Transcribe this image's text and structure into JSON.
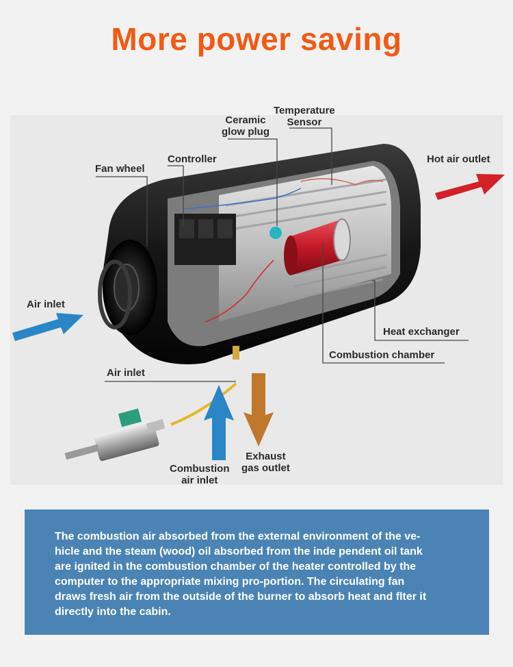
{
  "title": "More power saving",
  "labels": {
    "fan_wheel": "Fan wheel",
    "controller": "Controller",
    "ceramic_glow_plug": [
      "Ceramic",
      "glow plug"
    ],
    "temperature_sensor": [
      "Temperature",
      "Sensor"
    ],
    "hot_air_outlet": "Hot air outlet",
    "air_inlet_left": "Air inlet",
    "heat_exchanger": "Heat exchanger",
    "combustion_chamber": "Combustion chamber",
    "air_inlet_bottom": "Air inlet",
    "exhaust_gas_outlet": [
      "Exhaust",
      "gas outlet"
    ],
    "combustion_air_inlet": [
      "Combustion",
      "air inlet"
    ]
  },
  "description_lines": [
    "The combustion air absorbed from the external environment of the ve-",
    "hicle and the steam (wood) oil absorbed from the inde pendent oil tank",
    "are ignited in the combustion chamber of the heater controlled by the",
    "computer to the appropriate mixing pro-portion. The circulating fan",
    "draws fresh air from the outside of the burner to absorb heat and flter it",
    "directly into the cabin."
  ],
  "colors": {
    "title": "#f25a14",
    "panel": "#4b84b4",
    "arrow_blue": "#2a86c6",
    "arrow_red": "#d42027",
    "arrow_brown": "#c0782c"
  }
}
